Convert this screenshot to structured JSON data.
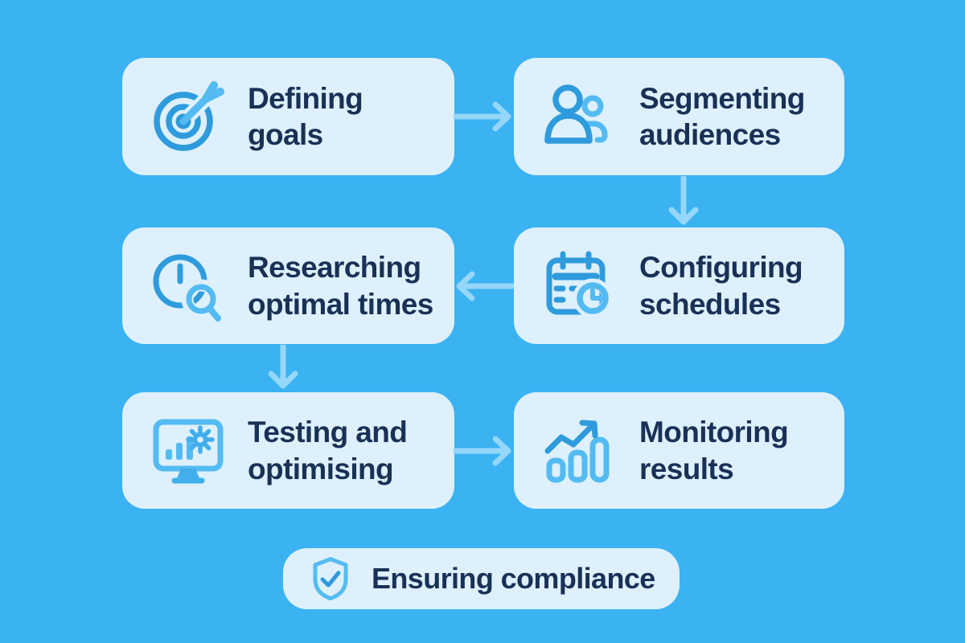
{
  "diagram": {
    "type": "flowchart",
    "background_color": "#3BB2F2",
    "card_color": "#DDF0FC",
    "text_color": "#1A3156",
    "arrow_color": "#95D7F8",
    "icon_colors": {
      "primary": "#2E9BDC",
      "secondary": "#54BBF2"
    }
  },
  "cards": [
    {
      "id": "defining-goals",
      "label": "Defining\ngoals",
      "icon": "target-dart-icon"
    },
    {
      "id": "segmenting-audiences",
      "label": "Segmenting\naudiences",
      "icon": "people-icon"
    },
    {
      "id": "researching-optimal-times",
      "label": "Researching\noptimal times",
      "icon": "clock-magnifier-icon"
    },
    {
      "id": "configuring-schedules",
      "label": "Configuring\nschedules",
      "icon": "calendar-clock-icon"
    },
    {
      "id": "testing-and-optimising",
      "label": "Testing and\noptimising",
      "icon": "monitor-gear-icon"
    },
    {
      "id": "monitoring-results",
      "label": "Monitoring\nresults",
      "icon": "trend-arrow-icon"
    },
    {
      "id": "ensuring-compliance",
      "label": "Ensuring compliance",
      "icon": "shield-check-icon"
    }
  ],
  "flow_connections": [
    {
      "from": "defining-goals",
      "to": "segmenting-audiences",
      "direction": "right"
    },
    {
      "from": "segmenting-audiences",
      "to": "configuring-schedules",
      "direction": "down"
    },
    {
      "from": "configuring-schedules",
      "to": "researching-optimal-times",
      "direction": "left"
    },
    {
      "from": "researching-optimal-times",
      "to": "testing-and-optimising",
      "direction": "down"
    },
    {
      "from": "testing-and-optimising",
      "to": "monitoring-results",
      "direction": "right"
    }
  ]
}
